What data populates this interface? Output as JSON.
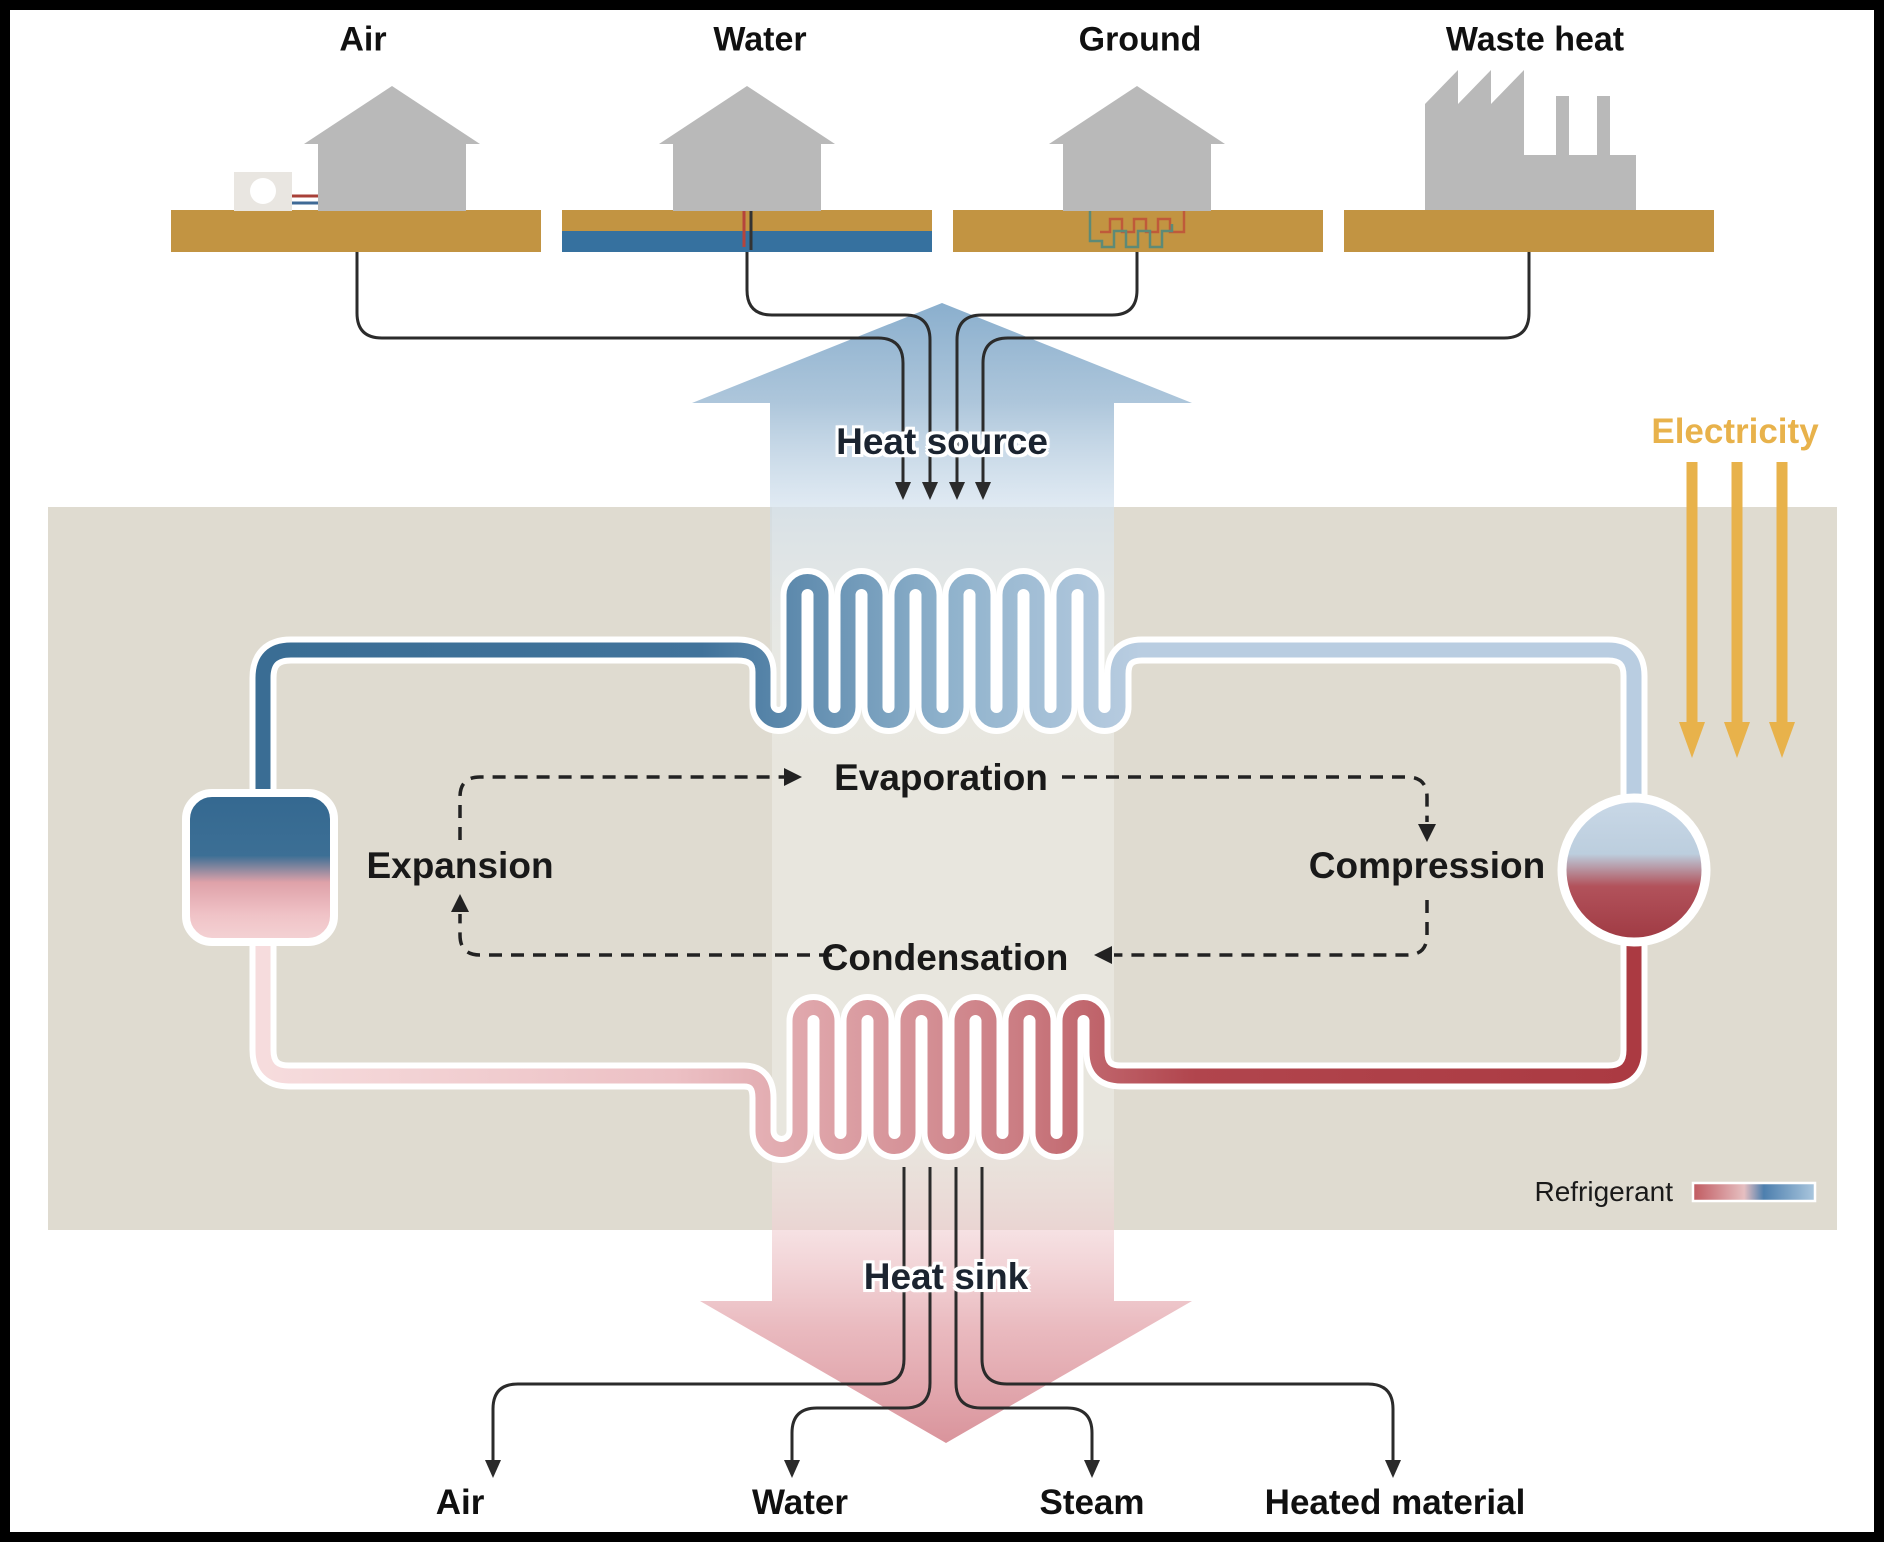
{
  "top_sources": {
    "items": [
      {
        "label": "Air"
      },
      {
        "label": "Water"
      },
      {
        "label": "Ground"
      },
      {
        "label": "Waste heat"
      }
    ]
  },
  "flows": {
    "heat_source": "Heat source",
    "electricity": "Electricity",
    "heat_sink": "Heat sink"
  },
  "cycle": {
    "evaporation": "Evaporation",
    "compression": "Compression",
    "condensation": "Condensation",
    "expansion": "Expansion"
  },
  "legend": {
    "refrigerant": "Refrigerant"
  },
  "bottom_sinks": {
    "items": [
      {
        "label": "Air"
      },
      {
        "label": "Water"
      },
      {
        "label": "Steam"
      },
      {
        "label": "Heated material"
      }
    ]
  },
  "colors": {
    "soil": "#c29442",
    "water": "#36719f",
    "building_gray": "#b9b9b9",
    "process_box": "#dfdbd0",
    "cold_pipe": "#3a6d94",
    "cold_pipe_light": "#b9cde1",
    "hot_pipe": "#ab3a42",
    "hot_pipe_light": "#f4d6d8",
    "electricity": "#e8b24b",
    "line_black": "#2b2b2b"
  }
}
